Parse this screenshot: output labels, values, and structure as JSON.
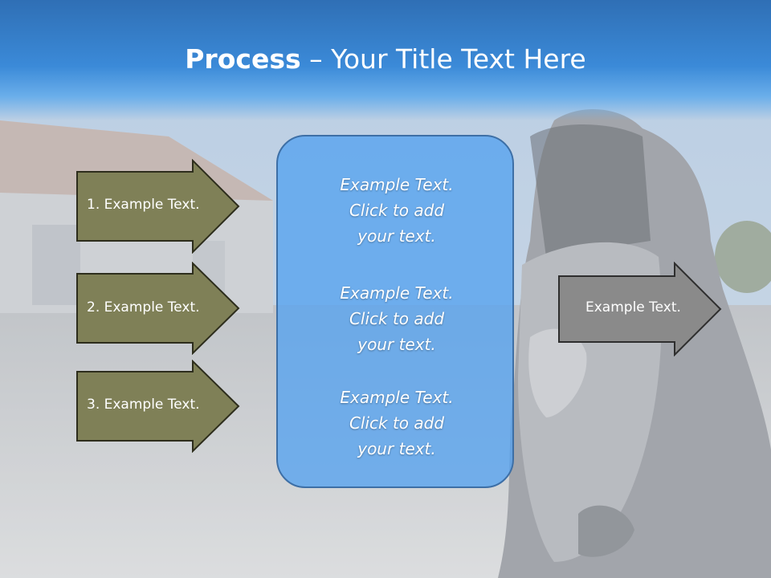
{
  "slide": {
    "title_bold": "Process",
    "title_rest": " – Your Title Text Here"
  },
  "left_arrows": [
    {
      "label": "1. Example Text."
    },
    {
      "label": "2. Example Text."
    },
    {
      "label": "3. Example Text."
    }
  ],
  "center_box": {
    "blocks": [
      {
        "line1": "Example Text.",
        "line2": "Click  to add",
        "line3": "your text."
      },
      {
        "line1": "Example Text.",
        "line2": "Click  to add",
        "line3": "your text."
      },
      {
        "line1": "Example Text.",
        "line2": "Click  to add",
        "line3": "your text."
      }
    ]
  },
  "right_arrow": {
    "label": "Example Text."
  },
  "colors": {
    "left_arrow_fill": "#7f8057",
    "right_arrow_fill": "#8a8a8a",
    "center_box_fill": "#5aa6ee",
    "title_bar": "#3b8ad8"
  }
}
